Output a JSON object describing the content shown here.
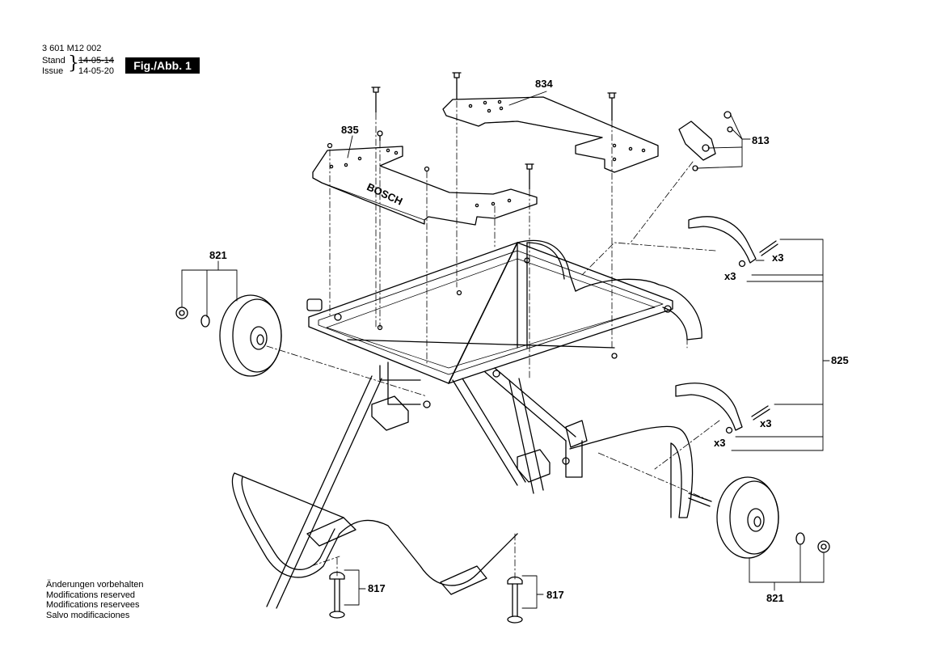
{
  "header": {
    "doc_number": "3 601 M12 002",
    "stand_label": "Stand",
    "stand_date": "14-05-14",
    "issue_label": "Issue",
    "issue_date": "14-05-20",
    "figure_label": "Fig./Abb. 1"
  },
  "brand_on_plate": "BOSCH",
  "part_labels": {
    "p834": "834",
    "p835": "835",
    "p813": "813",
    "p821_left": "821",
    "p821_right": "821",
    "p825": "825",
    "p817_left": "817",
    "p817_right": "817",
    "qty_a": "x3",
    "qty_b": "x3",
    "qty_c": "x3",
    "qty_d": "x3"
  },
  "notes": [
    "Änderungen vorbehalten",
    "Modifications reserved",
    "Modifications reservees",
    "Salvo modificaciones"
  ],
  "colors": {
    "ink": "#000000",
    "paper": "#ffffff"
  }
}
